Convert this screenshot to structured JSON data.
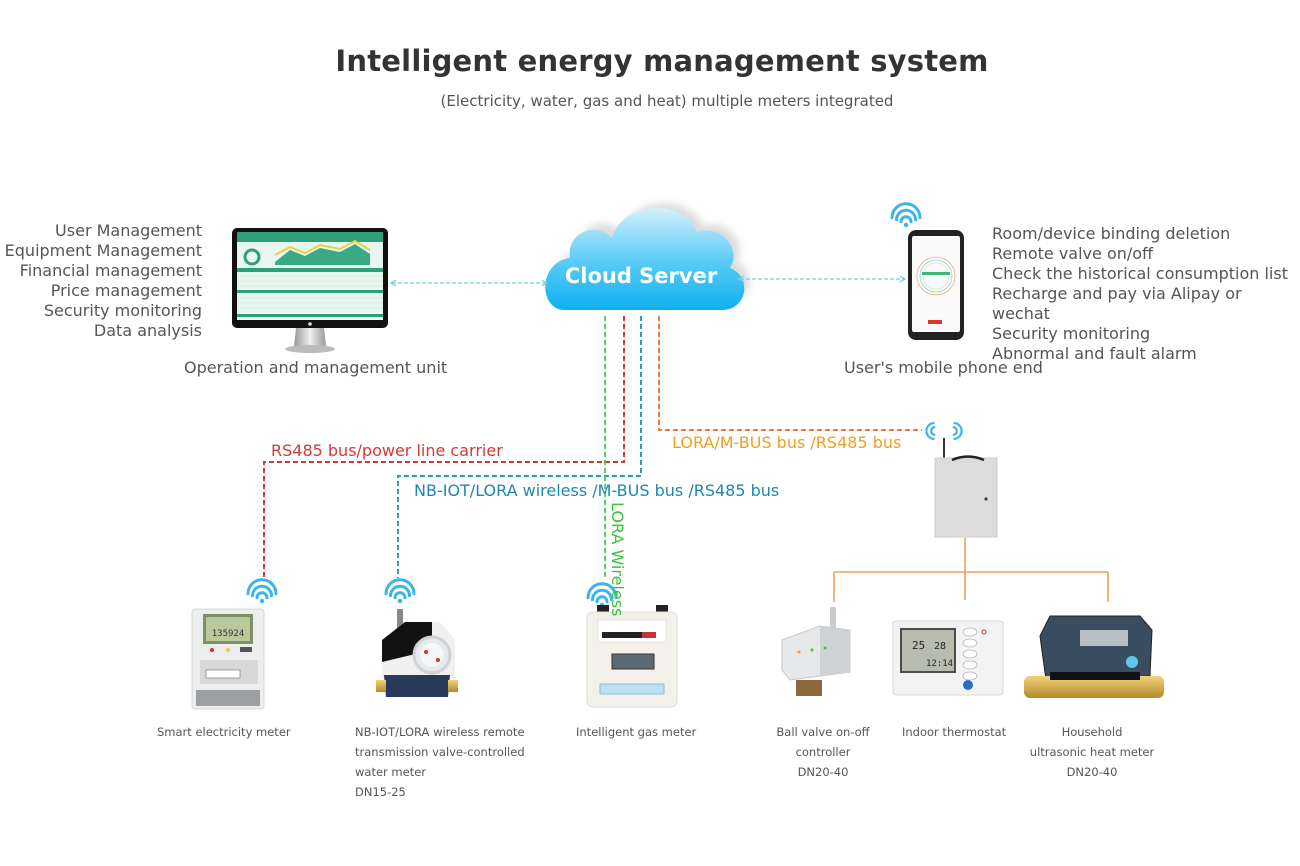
{
  "header": {
    "title": "Intelligent energy management system",
    "subtitle": "(Electricity, water, gas and heat) multiple meters integrated"
  },
  "management_unit": {
    "caption": "Operation and management unit",
    "features": [
      "User Management",
      "Equipment Management",
      "Financial management",
      "Price management",
      "Security monitoring",
      "Data analysis"
    ]
  },
  "cloud": {
    "label": "Cloud Server"
  },
  "mobile": {
    "caption": "User's mobile phone end",
    "features": [
      "Room/device binding deletion",
      "Remote valve on/off",
      "Check the historical consumption list",
      "Recharge and pay via Alipay or wechat",
      "Security monitoring",
      "Abnormal and fault alarm"
    ]
  },
  "links": {
    "rs485": {
      "label": "RS485 bus/power line carrier",
      "color": "#d23a3a"
    },
    "nbiot": {
      "label": "NB-IOT/LORA wireless /M-BUS bus /RS485 bus",
      "color": "#2a9cc4"
    },
    "lora_wireless": {
      "label": "LORA Wireless",
      "color": "#3cc43c"
    },
    "lora_mbus": {
      "label": "LORA/M-BUS bus /RS485 bus",
      "color": "#f0a020",
      "line_color": "#e8823a"
    }
  },
  "devices": [
    {
      "name": "Smart electricity meter",
      "lines": [
        "Smart electricity meter"
      ]
    },
    {
      "name": "Water meter",
      "lines": [
        "NB-IOT/LORA wireless remote",
        "transmission valve-controlled",
        "water meter",
        "DN15-25"
      ]
    },
    {
      "name": "Intelligent gas meter",
      "lines": [
        "Intelligent gas meter"
      ]
    },
    {
      "name": "Ball valve controller",
      "lines": [
        "Ball valve on-off",
        "controller",
        "DN20-40"
      ]
    },
    {
      "name": "Indoor thermostat",
      "lines": [
        "Indoor thermostat"
      ]
    },
    {
      "name": "Heat meter",
      "lines": [
        "Household",
        "ultrasonic heat meter",
        "DN20-40"
      ]
    }
  ],
  "device_readouts": {
    "electricity_display": "135924",
    "thermostat_temp1": "25",
    "thermostat_temp2": "28",
    "thermostat_time": "12:14"
  },
  "colors": {
    "wifi": "#3bb4ee",
    "cloud_top": "#c8ecfb",
    "cloud_bottom": "#12b0f0",
    "arrow": "#7ccbe8"
  }
}
